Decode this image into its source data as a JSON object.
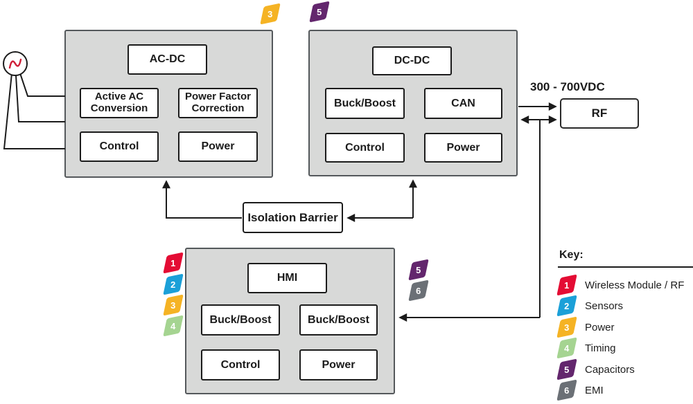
{
  "colors": {
    "red": "#e40c34",
    "cyan": "#1ba0d8",
    "yellow": "#f5b324",
    "green": "#a5d491",
    "purple": "#63266d",
    "gray": "#6b7076",
    "panel_fill": "#d8d9d8",
    "panel_border": "#54585b",
    "line": "#1b1b1b",
    "ac_wave": "#cf2038"
  },
  "voltage_label": "300 - 700VDC",
  "rf": {
    "label": "RF"
  },
  "isolation": {
    "label": "Isolation Barrier"
  },
  "acdc_block": {
    "badge": "3",
    "title": "AC-DC",
    "cells": [
      "Active AC Conversion",
      "Power Factor Correction",
      "Control",
      "Power"
    ]
  },
  "dcdc_block": {
    "badge": "5",
    "title": "DC-DC",
    "cells": [
      "Buck/Boost",
      "CAN",
      "Control",
      "Power"
    ]
  },
  "hmi_block": {
    "badges_left": [
      "1",
      "2",
      "3",
      "4"
    ],
    "badges_right": [
      "5",
      "6"
    ],
    "title": "HMI",
    "cells": [
      "Buck/Boost",
      "Buck/Boost",
      "Control",
      "Power"
    ]
  },
  "key": {
    "title": "Key:",
    "items": [
      {
        "num": "1",
        "label": "Wireless Module / RF",
        "color": "#e40c34"
      },
      {
        "num": "2",
        "label": "Sensors",
        "color": "#1ba0d8"
      },
      {
        "num": "3",
        "label": "Power",
        "color": "#f5b324"
      },
      {
        "num": "4",
        "label": "Timing",
        "color": "#a5d491"
      },
      {
        "num": "5",
        "label": "Capacitors",
        "color": "#63266d"
      },
      {
        "num": "6",
        "label": "EMI",
        "color": "#6b7076"
      }
    ]
  }
}
